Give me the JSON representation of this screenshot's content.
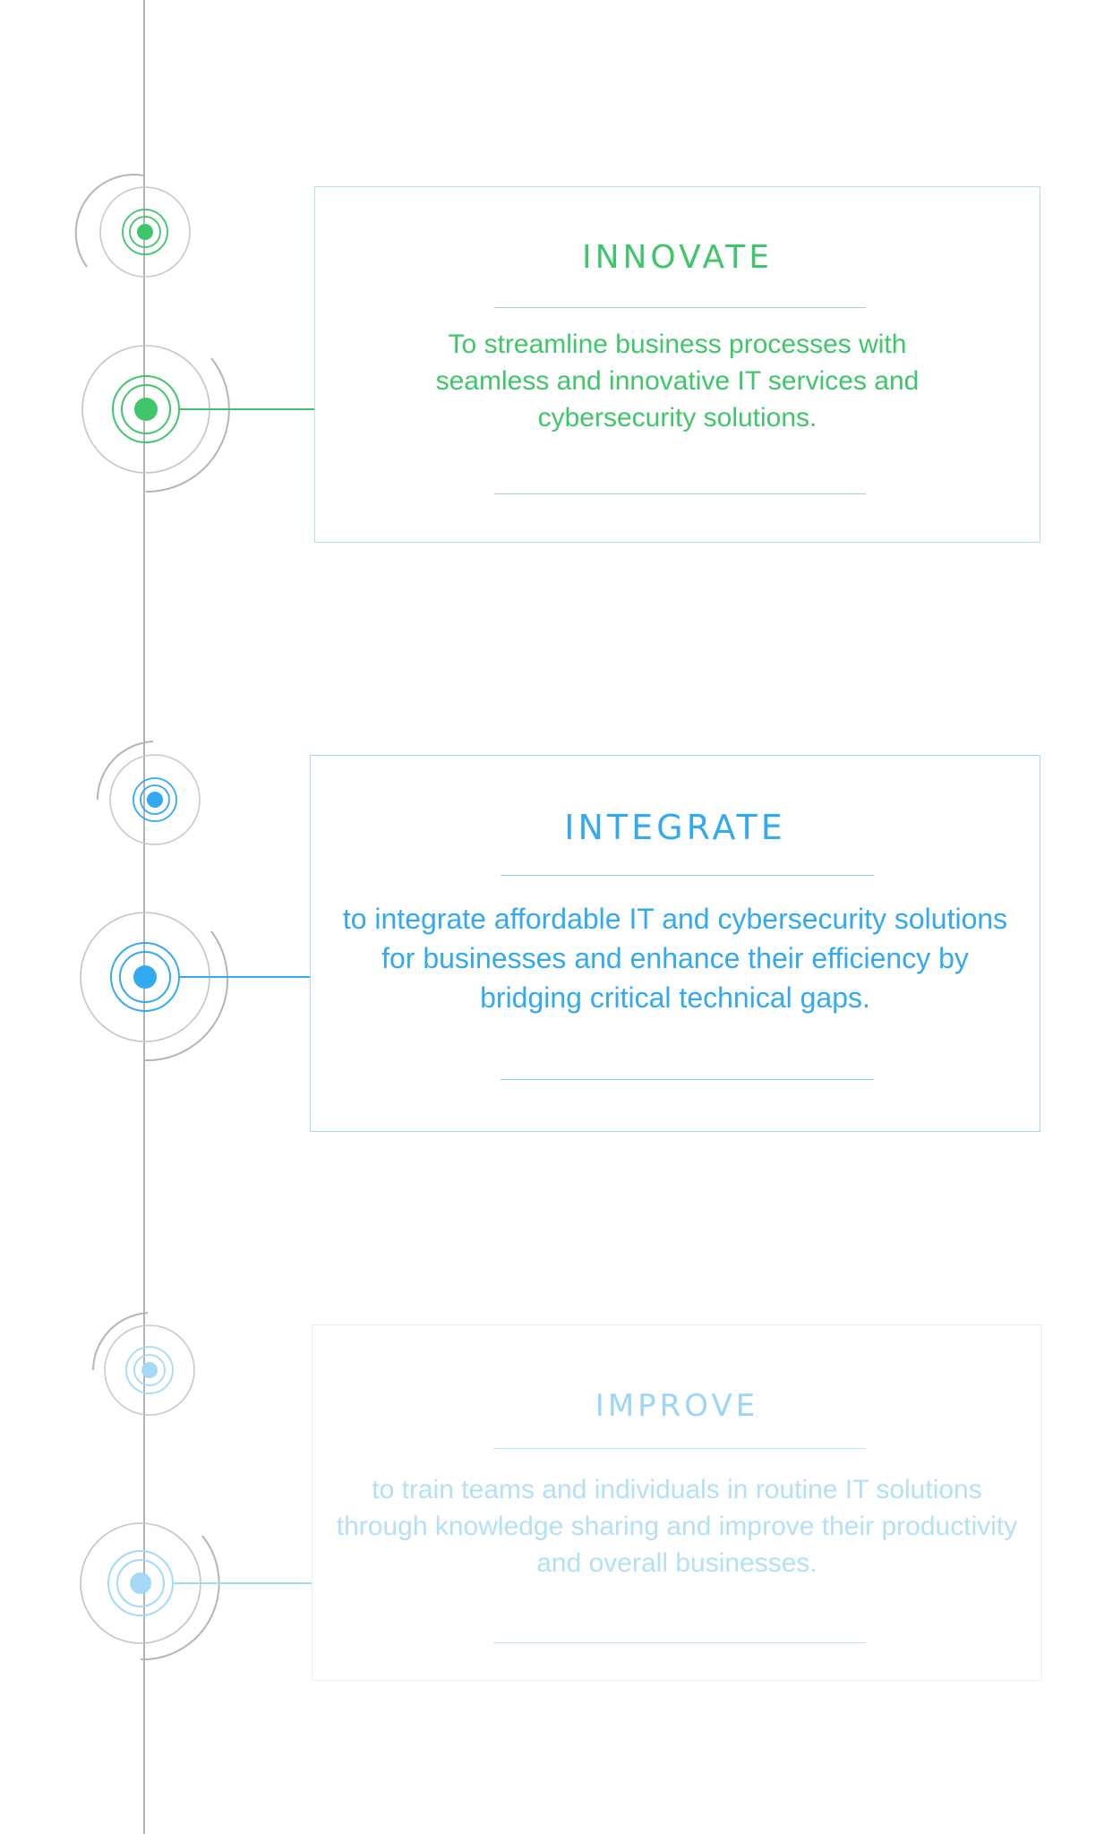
{
  "colors": {
    "timeline_line": "#b3b3b3",
    "ring_gray": "#c4c4c4",
    "innovate": "#3fc66a",
    "integrate": "#33a9ef",
    "improve": "#9dd5f5"
  },
  "timeline": {
    "items": [
      {
        "title": "INNOVATE",
        "body": "To streamline business processes with seamless and innovative IT services and cybersecurity solutions.",
        "icon": "target-icon"
      },
      {
        "title": "INTEGRATE",
        "body": "to integrate affordable IT and cybersecurity solutions for businesses and enhance their efficiency by bridging critical technical gaps.",
        "icon": "target-icon"
      },
      {
        "title": "IMPROVE",
        "body": "to train teams and individuals in routine IT solutions through knowledge sharing and improve their productivity and overall businesses.",
        "icon": "target-icon"
      }
    ]
  }
}
